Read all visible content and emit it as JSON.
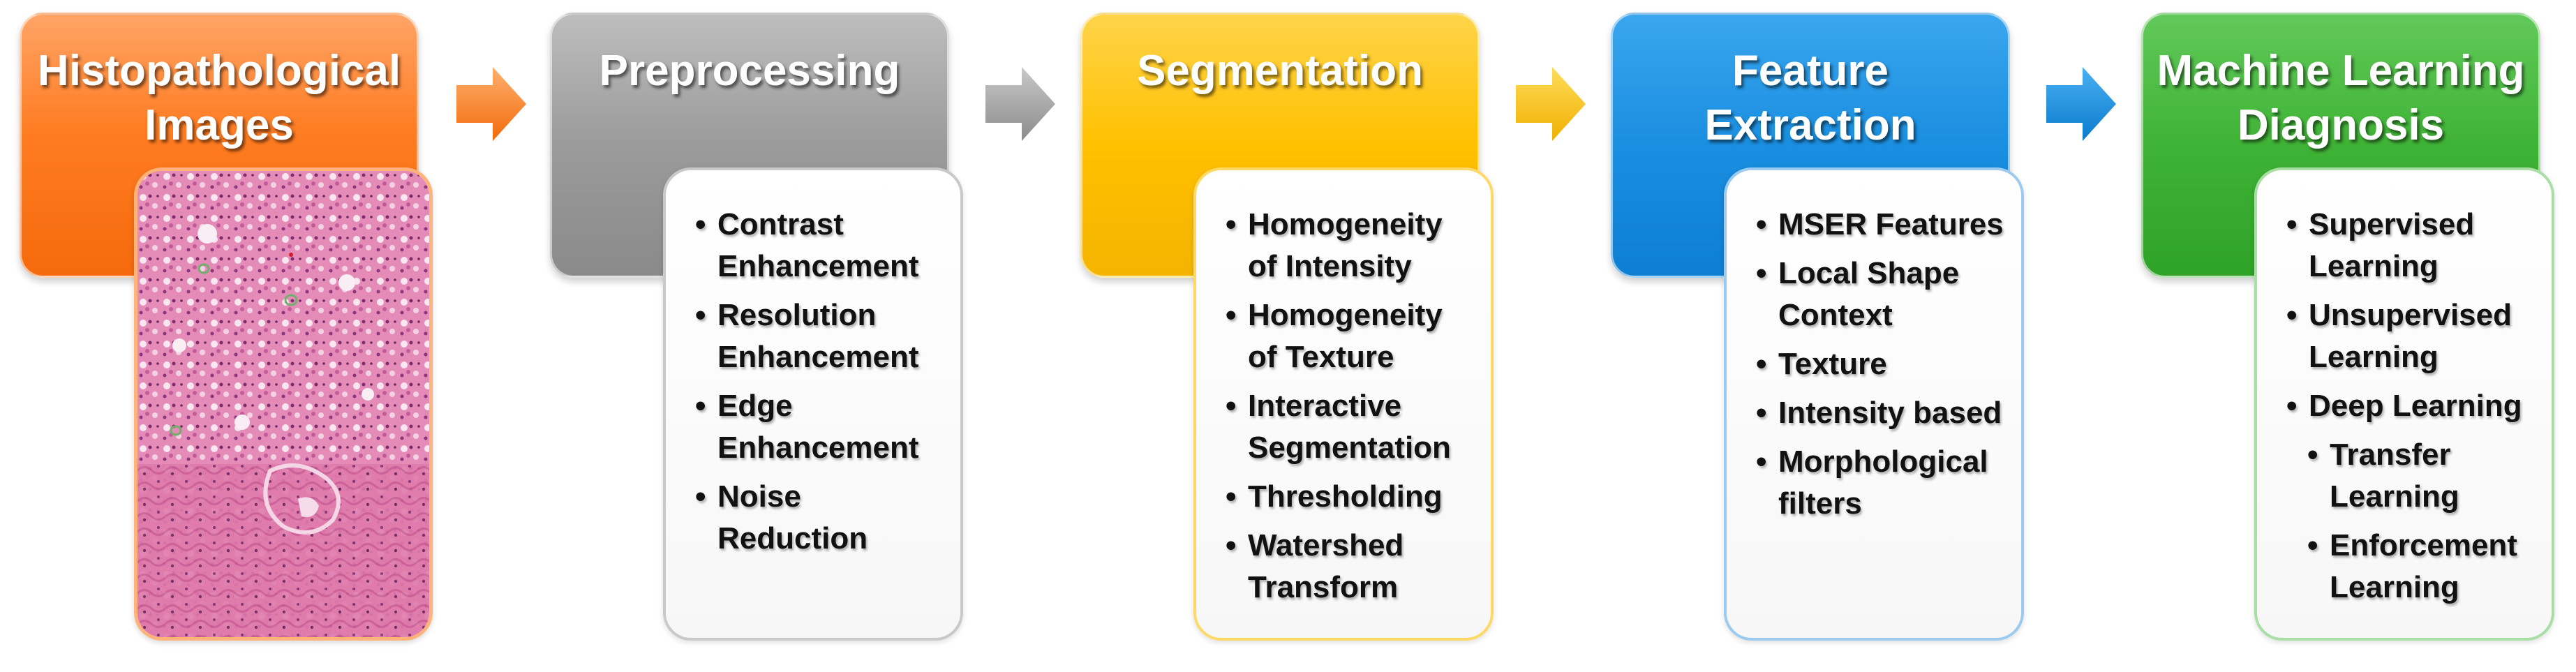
{
  "stages": [
    {
      "title": "Histopathological Images",
      "items": [],
      "color": "#ff7c22"
    },
    {
      "title": "Preprocessing",
      "color": "#9b9b9b",
      "items": [
        "Contrast Enhancement",
        "Resolution Enhancement",
        "Edge Enhancement",
        "Noise Reduction"
      ]
    },
    {
      "title": "Segmentation",
      "color": "#ffc000",
      "items": [
        "Homogeneity of Intensity",
        "Homogeneity of Texture",
        "Interactive Segmentation",
        "Thresholding",
        "Watershed Transform"
      ]
    },
    {
      "title": "Feature Extraction",
      "color": "#1a8ee0",
      "items": [
        "MSER Features",
        "Local Shape Context",
        "Texture",
        "Intensity based",
        "Morphological filters"
      ]
    },
    {
      "title": "Machine Learning Diagnosis",
      "color": "#3fb336",
      "items": [
        "Supervised Learning",
        "Unsupervised Learning",
        "Deep Learning",
        "Transfer Learning",
        "Enforcement Learning"
      ]
    }
  ],
  "arrow_colors": [
    "#ff7c22",
    "#9b9b9b",
    "#ffc000",
    "#1a8ee0"
  ],
  "image": {
    "subject": "histopathology-tissue-micrograph",
    "tissue_color": "#e48ab6"
  }
}
